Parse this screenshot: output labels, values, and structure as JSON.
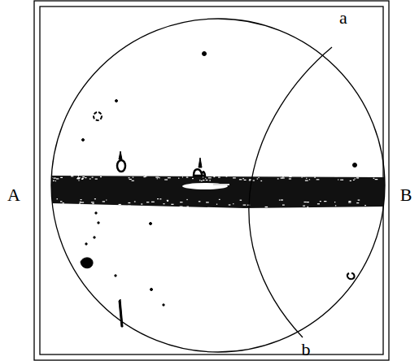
{
  "diagram": {
    "labels": [
      "A",
      "B",
      "a",
      "b"
    ]
  }
}
